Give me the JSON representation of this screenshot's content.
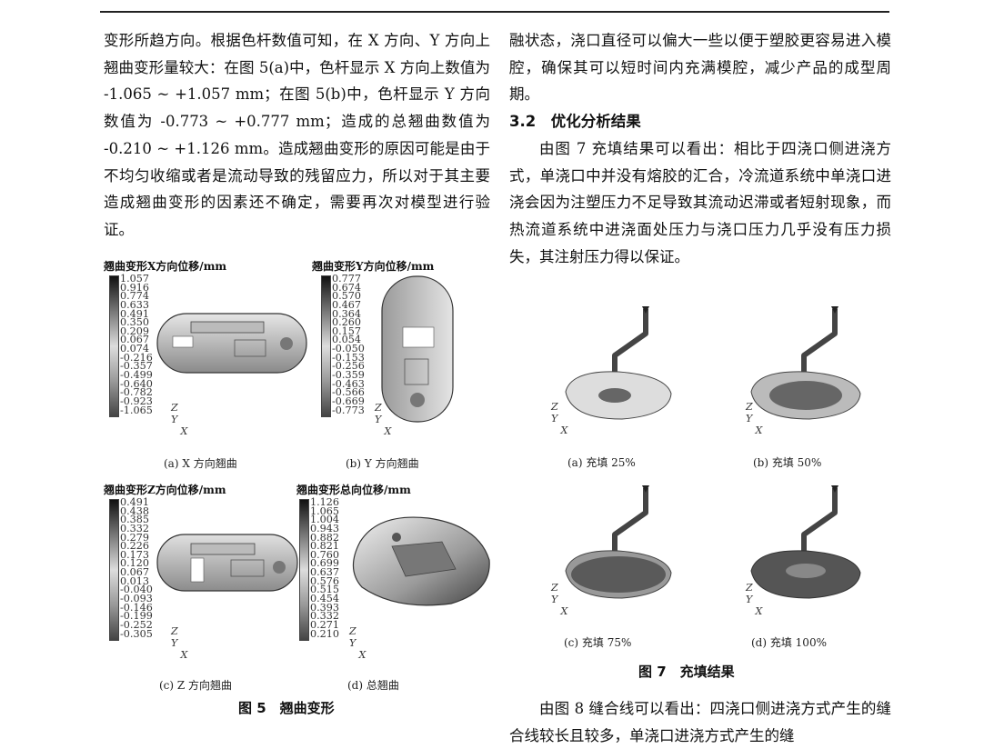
{
  "left_text": {
    "paragraph": "变形所趋方向。根据色杆数值可知，在 X 方向、Y 方向上翘曲变形量较大：在图 5(a)中，色杆显示 X 方向上数值为 -1.065 ~ +1.057 mm；在图 5(b)中，色杆显示 Y 方向数值为 -0.773 ~ +0.777 mm；造成的总翘曲数值为 -0.210 ~ +1.126 mm。造成翘曲变形的原因可能是由于不均匀收缩或者是流动导致的残留应力，所以对于其主要造成翘曲变形的因素还不确定，需要再次对模型进行验证。"
  },
  "right_text": {
    "paragraph1": "融状态，浇口直径可以偏大一些以便于塑胶更容易进入模腔，确保其可以短时间内充满模腔，减少产品的成型周期。",
    "section_heading": "3.2　优化分析结果",
    "paragraph2": "由图 7 充填结果可以看出：相比于四浇口侧进浇方式，单浇口中并没有熔胶的汇合，冷流道系统中单浇口进浇会因为注塑压力不足导致其流动迟滞或者短射现象，而热流道系统中进浇面处压力与浇口压力几乎没有压力损失，其注射压力得以保证。",
    "paragraph3": "由图 8 缝合线可以看出：四浇口侧进浇方式产生的缝合线较长且较多，单浇口进浇方式产生的缝"
  },
  "figure5": {
    "caption": "图 5　翘曲变形",
    "panels": [
      {
        "title": "翘曲变形X方向位移/mm",
        "caption": "(a) X 方向翘曲",
        "ticks": [
          "1.057",
          "0.916",
          "0.774",
          "0.633",
          "0.491",
          "0.350",
          "0.209",
          "0.067",
          "0.074",
          "-0.216",
          "-0.357",
          "-0.499",
          "-0.640",
          "-0.782",
          "-0.923",
          "-1.065"
        ]
      },
      {
        "title": "翘曲变形Y方向位移/mm",
        "caption": "(b) Y 方向翘曲",
        "ticks": [
          "0.777",
          "0.674",
          "0.570",
          "0.467",
          "0.364",
          "0.260",
          "0.157",
          "0.054",
          "-0.050",
          "-0.153",
          "-0.256",
          "-0.359",
          "-0.463",
          "-0.566",
          "-0.669",
          "-0.773"
        ]
      },
      {
        "title": "翘曲变形Z方向位移/mm",
        "caption": "(c) Z 方向翘曲",
        "ticks": [
          "0.491",
          "0.438",
          "0.385",
          "0.332",
          "0.279",
          "0.226",
          "0.173",
          "0.120",
          "0.067",
          "0.013",
          "-0.040",
          "-0.093",
          "-0.146",
          "-0.199",
          "-0.252",
          "-0.305"
        ]
      },
      {
        "title": "翘曲变形总向位移/mm",
        "caption": "(d) 总翘曲",
        "ticks": [
          "1.126",
          "1.065",
          "1.004",
          "0.943",
          "0.882",
          "0.821",
          "0.760",
          "0.699",
          "0.637",
          "0.576",
          "0.515",
          "0.454",
          "0.393",
          "0.332",
          "0.271",
          "0.210"
        ]
      }
    ]
  },
  "figure7": {
    "caption": "图 7　充填结果",
    "captions": [
      "(a) 充填 25%",
      "(b) 充填 50%",
      "(c) 充填 75%",
      "(d) 充填 100%"
    ]
  },
  "axis_labels": {
    "z": "Z",
    "y": "Y",
    "x": "X"
  },
  "colors": {
    "part_dark": "#3a3a3a",
    "part_light": "#d6d6d6",
    "runner": "#444444"
  }
}
